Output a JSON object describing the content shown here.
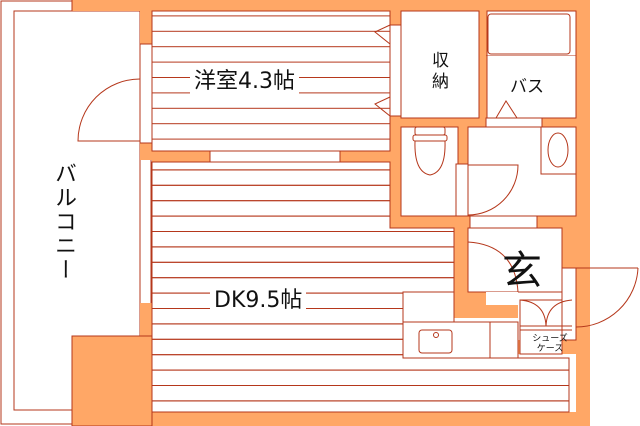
{
  "floorplan": {
    "colors": {
      "wall": "#FFA766",
      "line": "#B5371B",
      "background": "#FFFFFF",
      "text": "#111111"
    },
    "rooms": [
      {
        "id": "western-room",
        "label": "洋室4.3帖",
        "type": "洋室",
        "size_jo": 4.3
      },
      {
        "id": "dining-kitchen",
        "label": "DK9.5帖",
        "type": "DK",
        "size_jo": 9.5
      },
      {
        "id": "storage",
        "label": "収納"
      },
      {
        "id": "bath",
        "label": "バス"
      },
      {
        "id": "balcony",
        "label": "バルコニー"
      },
      {
        "id": "entrance",
        "label": "玄"
      },
      {
        "id": "shoe-case",
        "label_line1": "シューズ",
        "label_line2": "ケース"
      }
    ],
    "labels": {
      "western_room": "洋室4.3帖",
      "dk": "DK9.5帖",
      "storage_line1": "収",
      "storage_line2": "納",
      "bath": "バス",
      "balcony": "バルコニー",
      "entrance": "玄",
      "shoe_case_line1": "シューズ",
      "shoe_case_line2": "ケース"
    }
  }
}
